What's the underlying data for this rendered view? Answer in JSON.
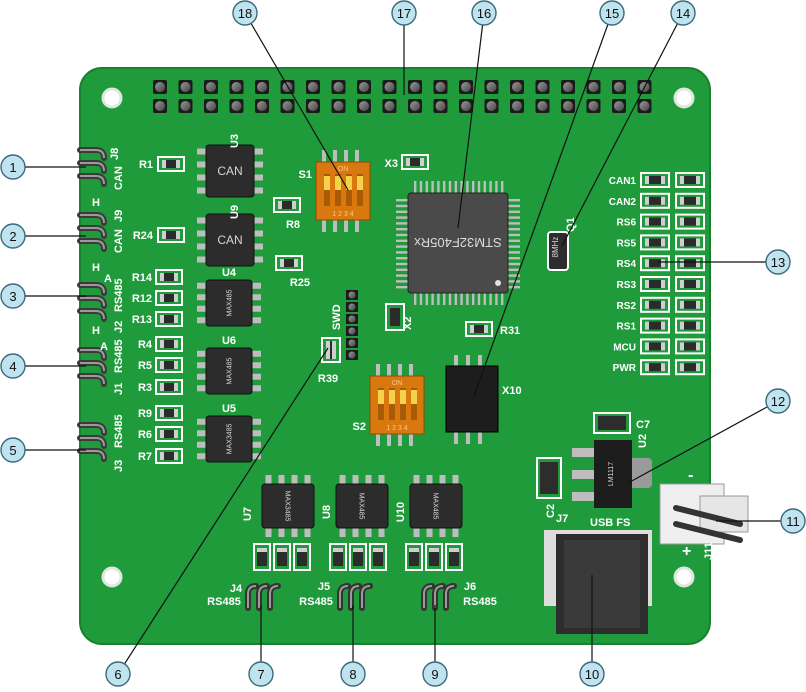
{
  "board": {
    "pcb_color": "#1f9b3b",
    "silk_color": "#ffffff",
    "chip_color": "#2c2c2c",
    "pad_color": "#c8c8c8",
    "switch_color": "#d9780f",
    "callout_fill": "#bfe3ef",
    "callout_stroke": "#3a6b7c"
  },
  "callouts": [
    "1",
    "2",
    "3",
    "4",
    "5",
    "6",
    "7",
    "8",
    "9",
    "10",
    "11",
    "12",
    "13",
    "14",
    "15",
    "16",
    "17",
    "18"
  ],
  "chips": {
    "can_a": "CAN",
    "can_b": "CAN",
    "mcu": "STM32F405Rx",
    "u4_text": "MAX485",
    "u6_text": "MAX485",
    "u5_text": "MAX3485",
    "u7_text": "MAX3485",
    "u8_text": "MAX485",
    "u10_text": "MAX485",
    "u2_text": "LM1117",
    "crystal": "8MHz"
  },
  "labels": {
    "u3": "U3",
    "u9": "U9",
    "u4": "U4",
    "u6": "U6",
    "u5": "U5",
    "u7": "U7",
    "u8": "U8",
    "u10": "U10",
    "u2": "U2",
    "r1": "R1",
    "r24": "R24",
    "r14": "R14",
    "r12": "R12",
    "r13": "R13",
    "r4": "R4",
    "r5": "R5",
    "r3": "R3",
    "r9": "R9",
    "r6": "R6",
    "r7": "R7",
    "r8": "R8",
    "r25": "R25",
    "r31": "R31",
    "r39": "R39",
    "s1": "S1",
    "s2": "S2",
    "x3": "X3",
    "x2": "X2",
    "x10": "X10",
    "q1": "Q1",
    "c7": "C7",
    "c2": "C2",
    "swd": "SWD",
    "j8": "J8",
    "j8_can": "CAN",
    "j8_h": "H",
    "j9": "J9",
    "j9_can": "CAN",
    "j9_h": "H",
    "j2_a": "A",
    "j2_rs485": "RS485",
    "j2_h": "H",
    "j2": "J2",
    "j1_a": "A",
    "j1_rs485": "RS485",
    "j1": "J1",
    "j3_rs485": "RS485",
    "j3": "J3",
    "j4": "J4",
    "j4_rs485": "RS485",
    "j5": "J5",
    "j5_rs485": "RS485",
    "j6": "J6",
    "j6_rs485": "RS485",
    "j7": "J7",
    "usbfs": "USB FS",
    "j11": "J11",
    "j11_minus": "-",
    "j11_plus": "+",
    "sw_on": "ON",
    "sw_nums": "1 2 3 4"
  },
  "leds": [
    "CAN1",
    "CAN2",
    "RS6",
    "RS5",
    "RS4",
    "RS3",
    "RS2",
    "RS1",
    "MCU",
    "PWR"
  ]
}
